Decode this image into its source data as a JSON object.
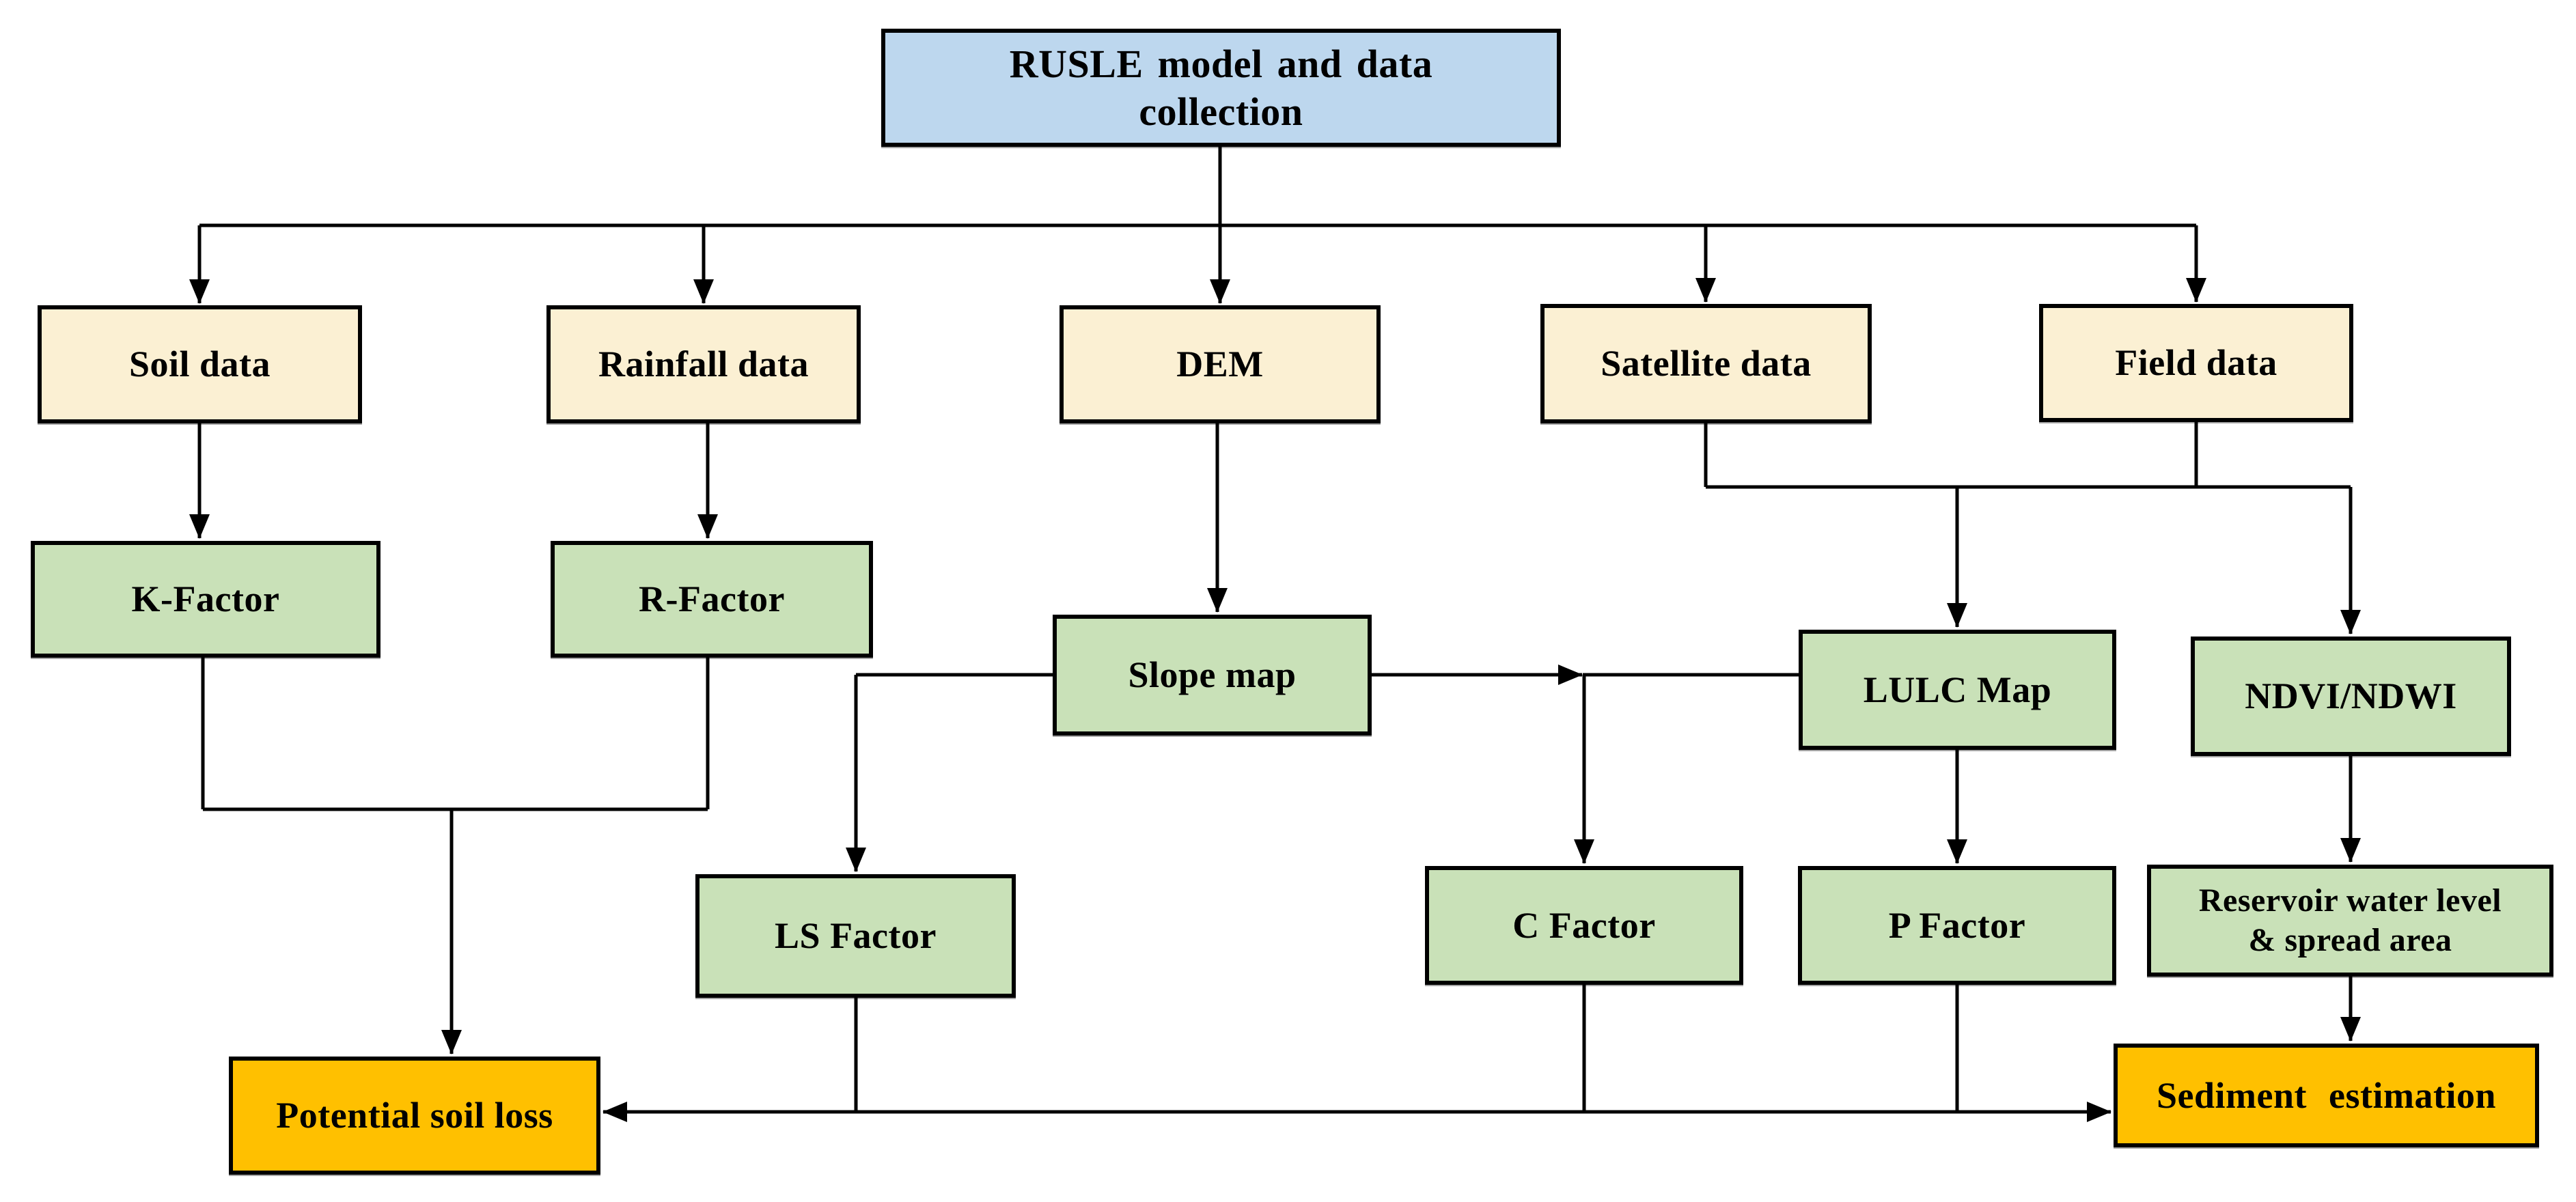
{
  "diagram_title": "RUSLE model and data collection",
  "colors": {
    "background": "#FFFFFF",
    "root_fill": "#BDD7EE",
    "input_fill": "#FBF0D3",
    "process_fill": "#C9E1B8",
    "output_fill": "#FFC000",
    "border": "#000000",
    "line": "#000000",
    "text": "#000000"
  },
  "nodes": {
    "rusle": {
      "label": "RUSLE model and data collection",
      "type": "root"
    },
    "soil_data": {
      "label": "Soil data",
      "type": "input"
    },
    "rainfall_data": {
      "label": "Rainfall data",
      "type": "input"
    },
    "dem": {
      "label": "DEM",
      "type": "input"
    },
    "satellite_data": {
      "label": "Satellite data",
      "type": "input"
    },
    "field_data": {
      "label": "Field data",
      "type": "input"
    },
    "k_factor": {
      "label": "K-Factor",
      "type": "process"
    },
    "r_factor": {
      "label": "R-Factor",
      "type": "process"
    },
    "slope_map": {
      "label": "Slope map",
      "type": "process"
    },
    "lulc_map": {
      "label": "LULC Map",
      "type": "process"
    },
    "ndvi_ndwi": {
      "label": "NDVI/NDWI",
      "type": "process"
    },
    "ls_factor": {
      "label": "LS Factor",
      "type": "process"
    },
    "c_factor": {
      "label": "C Factor",
      "type": "process"
    },
    "p_factor": {
      "label": "P Factor",
      "type": "process"
    },
    "reservoir": {
      "label": "Reservoir water level & spread area",
      "type": "process"
    },
    "potential_soil_loss": {
      "label": "Potential soil loss",
      "type": "output"
    },
    "sediment_estimation": {
      "label": "Sediment estimation",
      "type": "output"
    }
  },
  "edges": [
    {
      "from": "rusle",
      "to": "soil_data"
    },
    {
      "from": "rusle",
      "to": "rainfall_data"
    },
    {
      "from": "rusle",
      "to": "dem"
    },
    {
      "from": "rusle",
      "to": "satellite_data"
    },
    {
      "from": "rusle",
      "to": "field_data"
    },
    {
      "from": "soil_data",
      "to": "k_factor"
    },
    {
      "from": "rainfall_data",
      "to": "r_factor"
    },
    {
      "from": "dem",
      "to": "slope_map"
    },
    {
      "from": "satellite_data",
      "to": "lulc_map"
    },
    {
      "from": "field_data",
      "to": "lulc_map"
    },
    {
      "from": "satellite_data",
      "to": "ndvi_ndwi"
    },
    {
      "from": "field_data",
      "to": "ndvi_ndwi"
    },
    {
      "from": "slope_map",
      "to": "ls_factor"
    },
    {
      "from": "slope_map",
      "to": "lulc_map"
    },
    {
      "from": "slope_map",
      "to": "c_factor"
    },
    {
      "from": "lulc_map",
      "to": "p_factor"
    },
    {
      "from": "ndvi_ndwi",
      "to": "reservoir"
    },
    {
      "from": "reservoir",
      "to": "sediment_estimation"
    },
    {
      "from": "k_factor",
      "to": "potential_soil_loss"
    },
    {
      "from": "r_factor",
      "to": "potential_soil_loss"
    },
    {
      "from": "ls_factor",
      "to": "potential_soil_loss"
    },
    {
      "from": "c_factor",
      "to": "potential_soil_loss"
    },
    {
      "from": "p_factor",
      "to": "potential_soil_loss"
    },
    {
      "from": "ls_factor",
      "to": "sediment_estimation"
    },
    {
      "from": "c_factor",
      "to": "sediment_estimation"
    },
    {
      "from": "p_factor",
      "to": "sediment_estimation"
    }
  ]
}
